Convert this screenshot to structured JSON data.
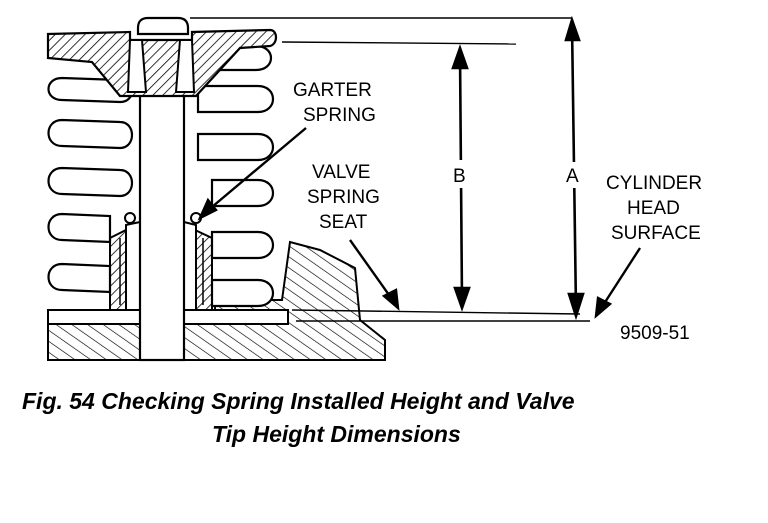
{
  "labels": {
    "garter_l1": "GARTER",
    "garter_l2": "SPRING",
    "valve_l1": "VALVE",
    "valve_l2": "SPRING",
    "valve_l3": "SEAT",
    "cyl_l1": "CYLINDER",
    "cyl_l2": "HEAD",
    "cyl_l3": "SURFACE",
    "dim_a": "A",
    "dim_b": "B",
    "figure_id": "9509-51"
  },
  "caption": {
    "line1": "Fig. 54 Checking Spring Installed Height and Valve",
    "line2": "Tip Height Dimensions"
  },
  "colors": {
    "ink": "#000000",
    "paper": "#ffffff"
  }
}
